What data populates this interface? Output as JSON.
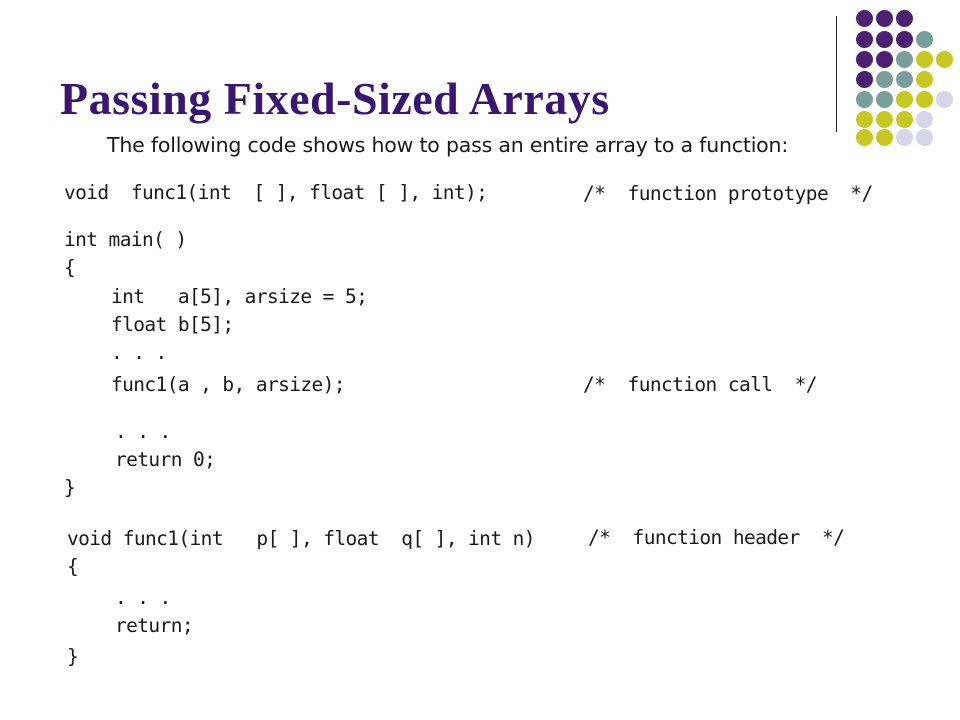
{
  "slide": {
    "title": "Passing Fixed-Sized Arrays",
    "intro": "The following code shows how to pass an entire array to a function:"
  },
  "code": {
    "prototype": "void  func1(int  [ ], float [ ], int);",
    "prototype_comment": "/*  function prototype  */",
    "main_sig": "int main( )",
    "open1": "{",
    "decl_int": "int   a[5], arsize = 5;",
    "decl_float": "float b[5];",
    "dots1": ". . .",
    "call": "func1(a , b, arsize);",
    "call_comment": "/*  function call  */",
    "dots2": ". . .",
    "ret0": "return 0;",
    "close1": "}",
    "header": "void func1(int   p[ ], float  q[ ], int n)",
    "header_comment": "/*  function header  */",
    "open2": "{",
    "dots3": ". . .",
    "ret": "return;",
    "close2": "}"
  },
  "colors": {
    "title": "#3b1670",
    "dot_purple": "#4b2170",
    "dot_teal": "#7a9e9a",
    "dot_yellow": "#c7c725",
    "dot_lavender": "#d6d6e6"
  }
}
